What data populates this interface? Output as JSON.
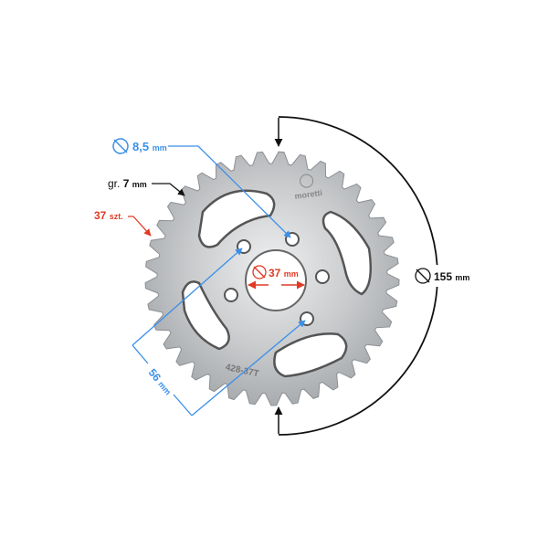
{
  "annotations": {
    "bolt_hole": {
      "value": "8,5",
      "unit": "mm",
      "color": "#3b8fe8"
    },
    "thickness": {
      "prefix": "gr.",
      "value": "7",
      "unit": "mm",
      "color": "#111111"
    },
    "teeth": {
      "value": "37",
      "unit": "szt.",
      "color": "#e03a25"
    },
    "center_hole": {
      "value": "37",
      "unit": "mm",
      "color": "#e03a25"
    },
    "outer_diameter": {
      "value": "155",
      "unit": "mm",
      "color": "#111111"
    },
    "bolt_spacing": {
      "value": "56",
      "unit": "mm",
      "color": "#3b8fe8"
    }
  },
  "engravings": {
    "brand": "moretti",
    "part_code": "428-37T"
  },
  "colors": {
    "metal": "#c9cbcd",
    "metal_edge": "#8c8f92"
  }
}
